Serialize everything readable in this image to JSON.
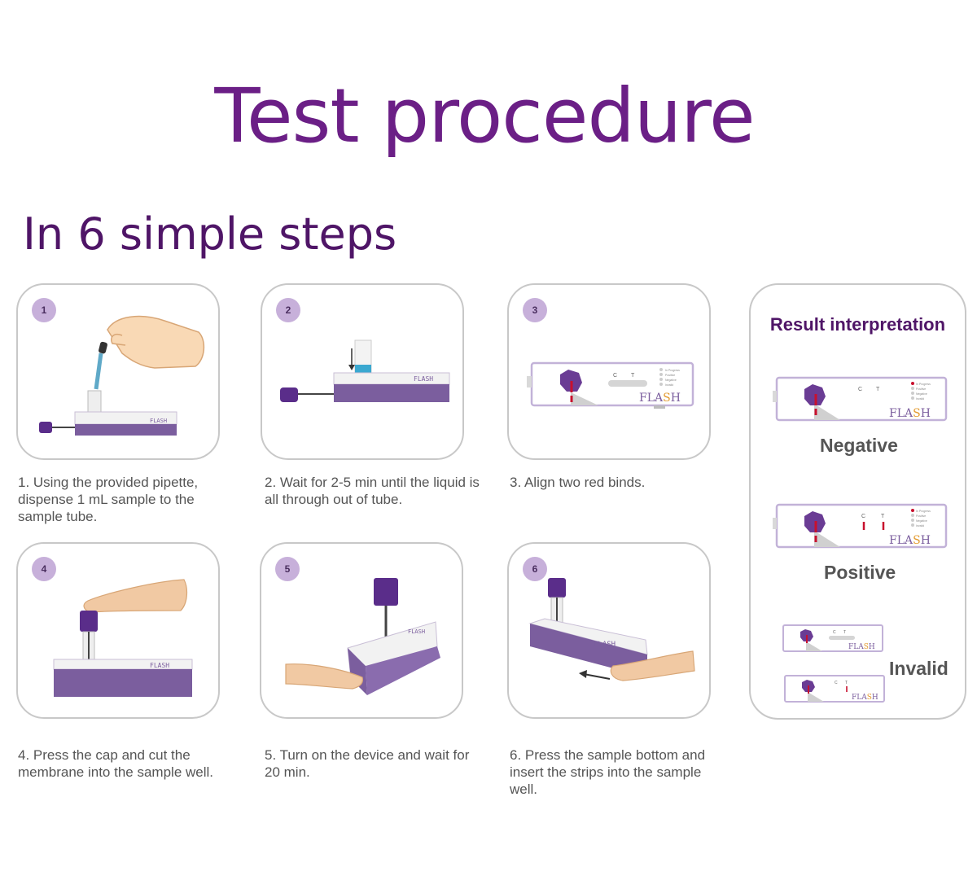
{
  "header": {
    "title": "Test procedure",
    "subtitle": "In 6 simple steps"
  },
  "device": {
    "brand_left": "FLA",
    "brand_s": "S",
    "brand_right": "H",
    "control_label": "C",
    "test_label": "T",
    "status_in_progress": "In Progress",
    "status_positive": "Positive",
    "status_negative": "Negative",
    "status_invalid": "Invalid"
  },
  "steps": [
    {
      "number": "1",
      "text": "1. Using the provided pipette, dispense 1 mL sample to the sample tube."
    },
    {
      "number": "2",
      "text": "2. Wait for 2-5 min until the liquid is all through out of tube."
    },
    {
      "number": "3",
      "text": "3. Align two red binds."
    },
    {
      "number": "4",
      "text": "4. Press the cap and cut the membrane into the sample well."
    },
    {
      "number": "5",
      "text": "5. Turn on the device and wait for 20 min."
    },
    {
      "number": "6",
      "text": "6. Press the sample bottom and insert the strips into the sample well."
    }
  ],
  "results": {
    "title": "Result interpretation",
    "negative": "Negative",
    "positive": "Positive",
    "invalid": "Invalid"
  },
  "colors": {
    "title": "#6b1f86",
    "device_body": "#7b5e9e",
    "device_cap": "#5a2d8a",
    "red_line": "#c8102e",
    "badge": "#c7b0da"
  }
}
